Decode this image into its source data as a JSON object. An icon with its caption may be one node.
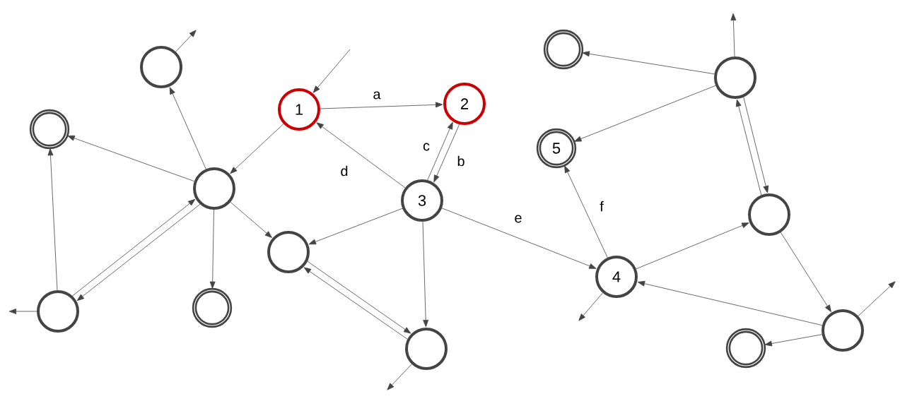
{
  "diagram": {
    "nodes": [
      {
        "text": [
          "1"
        ]
      },
      {
        "text": [
          "2"
        ]
      },
      {
        "text": [
          "3"
        ]
      },
      {
        "text": [
          "4"
        ]
      },
      {
        "text": [
          "5"
        ]
      },
      {
        "text": [],
        "shape": "circle"
      },
      {
        "text": [],
        "shape": "circle"
      },
      {
        "text": [],
        "shape": "circle"
      },
      {
        "text": [],
        "shape": "circle"
      },
      {
        "text": [],
        "shape": "circle"
      },
      {
        "text": [],
        "shape": "circle"
      },
      {
        "text": [],
        "shape": "circle"
      },
      {
        "text": [],
        "shape": "circle"
      },
      {
        "text": [],
        "shape": "circle"
      },
      {
        "text": [],
        "shape": "circle"
      },
      {
        "text": [],
        "shape": "circle"
      },
      {
        "text": [],
        "shape": "circle"
      }
    ],
    "edges": [
      {
        "from": null,
        "to": 0,
        "arrow": "to"
      },
      {
        "from": 0,
        "to": 1,
        "arrow": "to",
        "label": "a"
      },
      {
        "from": 1,
        "to": 2,
        "arrow": "to",
        "label": "b"
      },
      {
        "from": 2,
        "to": 1,
        "arrow": "to",
        "label": "c"
      },
      {
        "from": 2,
        "to": 0,
        "arrow": "to",
        "label": "d"
      },
      {
        "from": 2,
        "to": 3,
        "arrow": "to",
        "label": "e"
      },
      {
        "from": 3,
        "to": 4,
        "arrow": "to",
        "label": "f"
      },
      {
        "from": 0,
        "to": 7,
        "arrow": "to"
      },
      {
        "from": 7,
        "to": 5,
        "arrow": "to"
      },
      {
        "from": 5,
        "to": null,
        "arrow": "to"
      },
      {
        "from": 7,
        "to": 6,
        "arrow": "to"
      },
      {
        "from": 7,
        "to": 10,
        "arrow": "to"
      },
      {
        "from": 7,
        "to": 8,
        "arrow": "to"
      },
      {
        "from": 7,
        "to": 9,
        "arrow": "to"
      },
      {
        "from": 9,
        "to": 7,
        "arrow": "to"
      },
      {
        "from": 9,
        "to": 6,
        "arrow": "to"
      },
      {
        "from": 9,
        "to": null,
        "arrow": "to"
      },
      {
        "from": 2,
        "to": 8,
        "arrow": "to"
      },
      {
        "from": 2,
        "to": 11,
        "arrow": "to"
      },
      {
        "from": 8,
        "to": 11,
        "arrow": "to"
      },
      {
        "from": 11,
        "to": 8,
        "arrow": "to"
      },
      {
        "from": 11,
        "to": null,
        "arrow": "to"
      },
      {
        "from": 3,
        "to": null,
        "arrow": "to"
      },
      {
        "from": 3,
        "to": 14,
        "arrow": "to"
      },
      {
        "from": 13,
        "to": 12,
        "arrow": "to"
      },
      {
        "from": 13,
        "to": 4,
        "arrow": "to"
      },
      {
        "from": 13,
        "to": null,
        "arrow": "to"
      },
      {
        "from": 13,
        "to": 14,
        "arrow": "to"
      },
      {
        "from": 14,
        "to": 13,
        "arrow": "to"
      },
      {
        "from": 14,
        "to": 15,
        "arrow": "to"
      },
      {
        "from": 15,
        "to": 3,
        "arrow": "to"
      },
      {
        "from": 15,
        "to": 16,
        "arrow": "to"
      },
      {
        "from": 15,
        "to": null,
        "arrow": "to"
      }
    ]
  }
}
